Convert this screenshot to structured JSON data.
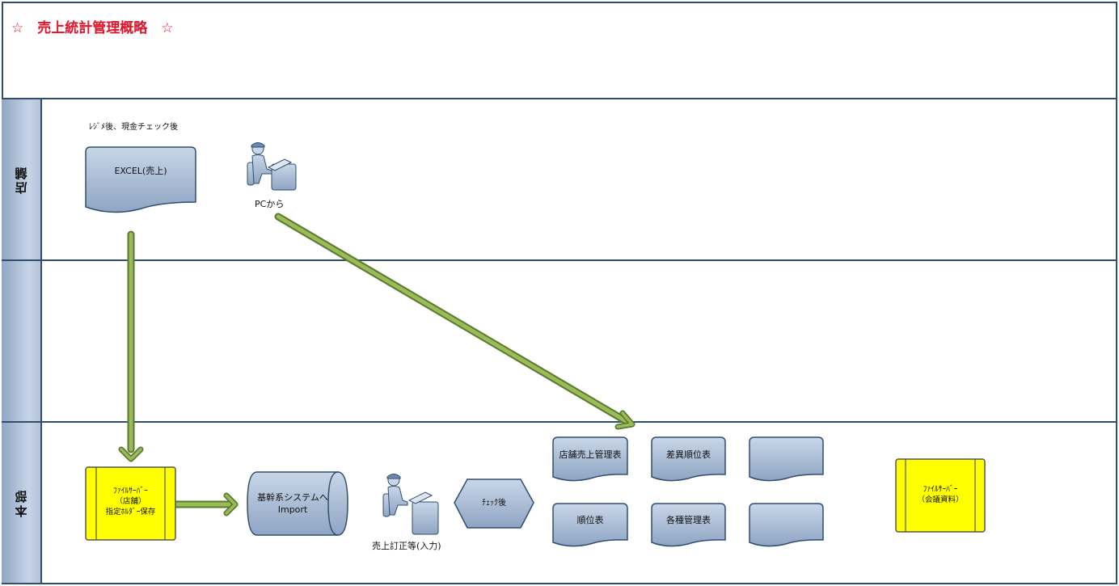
{
  "title": "☆　売上統計管理概略　☆",
  "lanes": {
    "store": "店舗",
    "middle": "",
    "hq": "本部"
  },
  "notes": {
    "register_check": "ﾚｼﾞﾒ後、現金チェック後",
    "pc_from": "PCから",
    "sales_correction": "売上訂正等(入力)"
  },
  "shapes": {
    "excel": "EXCEL(売上)",
    "fileserver_store": "ﾌｧｲﾙｻｰﾊﾞｰ\n（店舗）\n指定ﾎﾙﾀﾞｰ保存",
    "core_system": "基幹系システムへ\nImport",
    "check_after": "ﾁｪｯｸ後",
    "store_sales_table": "店舗売上管理表",
    "diff_rank_table": "差異順位表",
    "rank_table": "順位表",
    "various_mgmt_table": "各種管理表",
    "blank_doc_1": "",
    "blank_doc_2": "",
    "fileserver_meeting": "ﾌｧｲﾙｻｰﾊﾞｰ\n（会議資料）"
  },
  "colors": {
    "title_red": "#e0142a",
    "shape_blue": "#a9bcd6",
    "shape_border": "#2f4e6e",
    "server_yellow": "#ffff00",
    "arrow_green": "#9bbb59"
  },
  "icons": {
    "operator_store": "person-at-computer-icon",
    "operator_hq": "person-at-computer-icon"
  }
}
